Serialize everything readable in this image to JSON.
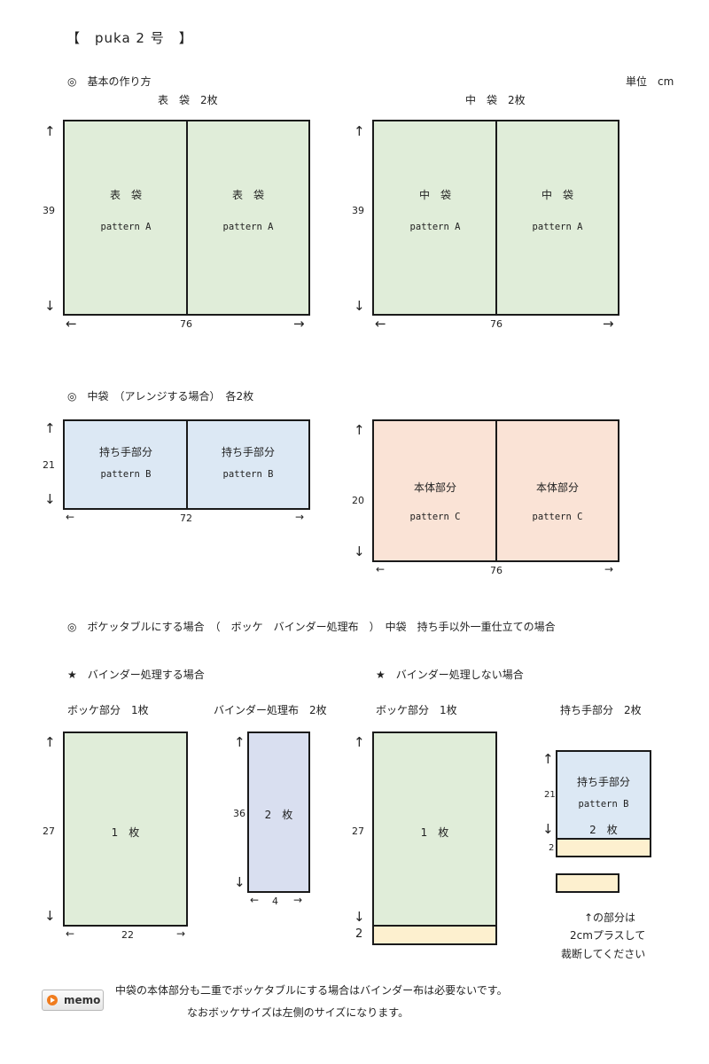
{
  "header": {
    "title": "【　puka 2 号　】",
    "unit_label": "単位　cm"
  },
  "section1": {
    "heading": "◎　基本の作り方",
    "outer": {
      "caption": "表　袋　2枚",
      "height": "39",
      "width": "76",
      "panels": [
        {
          "name": "表　袋",
          "pattern": "pattern A"
        },
        {
          "name": "表　袋",
          "pattern": "pattern A"
        }
      ],
      "fill": "#e0edd9"
    },
    "inner": {
      "caption": "中　袋　2枚",
      "height": "39",
      "width": "76",
      "panels": [
        {
          "name": "中　袋",
          "pattern": "pattern A"
        },
        {
          "name": "中　袋",
          "pattern": "pattern A"
        }
      ],
      "fill": "#e0edd9"
    }
  },
  "section2": {
    "heading": "◎　中袋　（アレンジする場合）　各2枚",
    "handle": {
      "height": "21",
      "width": "72",
      "panels": [
        {
          "name": "持ち手部分",
          "pattern": "pattern B"
        },
        {
          "name": "持ち手部分",
          "pattern": "pattern B"
        }
      ],
      "fill": "#dce8f4"
    },
    "body": {
      "height": "20",
      "width": "76",
      "panels": [
        {
          "name": "本体部分",
          "pattern": "pattern C"
        },
        {
          "name": "本体部分",
          "pattern": "pattern C"
        }
      ],
      "fill": "#fae3d6"
    }
  },
  "section3": {
    "heading": "◎　ボケッタブルにする場合　（　ボッケ　バインダー処理布　）　中袋　持ち手以外一重仕立ての場合",
    "with_binder": {
      "heading": "★　バインダー処理する場合",
      "pocket": {
        "caption": "ボッケ部分　1枚",
        "height": "27",
        "width": "22",
        "label": "1　枚",
        "fill": "#e0edd9"
      },
      "binder": {
        "caption": "バインダー処理布　2枚",
        "height": "36",
        "width": "4",
        "label": "2　枚",
        "fill": "#d9dff0"
      }
    },
    "without_binder": {
      "heading": "★　バインダー処理しない場合",
      "pocket": {
        "caption": "ボッケ部分　1枚",
        "height": "27",
        "extra": "2",
        "label": "1　枚",
        "fill": "#e0edd9",
        "extra_fill": "#fdf0cf"
      },
      "handle": {
        "caption": "持ち手部分　2枚",
        "height": "21",
        "extra": "2",
        "name": "持ち手部分",
        "pattern": "pattern B",
        "label": "2　枚",
        "fill": "#dce8f4",
        "extra_fill": "#fdf0cf"
      },
      "note_lines": [
        "↑の部分は",
        "2cmプラスして",
        "裁断してください"
      ]
    }
  },
  "memo": {
    "button_label": "memo",
    "lines": [
      "中袋の本体部分も二重でボッケタブルにする場合はバインダー布は必要ないです。",
      "なおボッケサイズは左側のサイズになります。"
    ],
    "accent": "#f07c1e"
  },
  "arrows": {
    "up": "↑",
    "down": "↓",
    "left": "←",
    "right": "→"
  }
}
